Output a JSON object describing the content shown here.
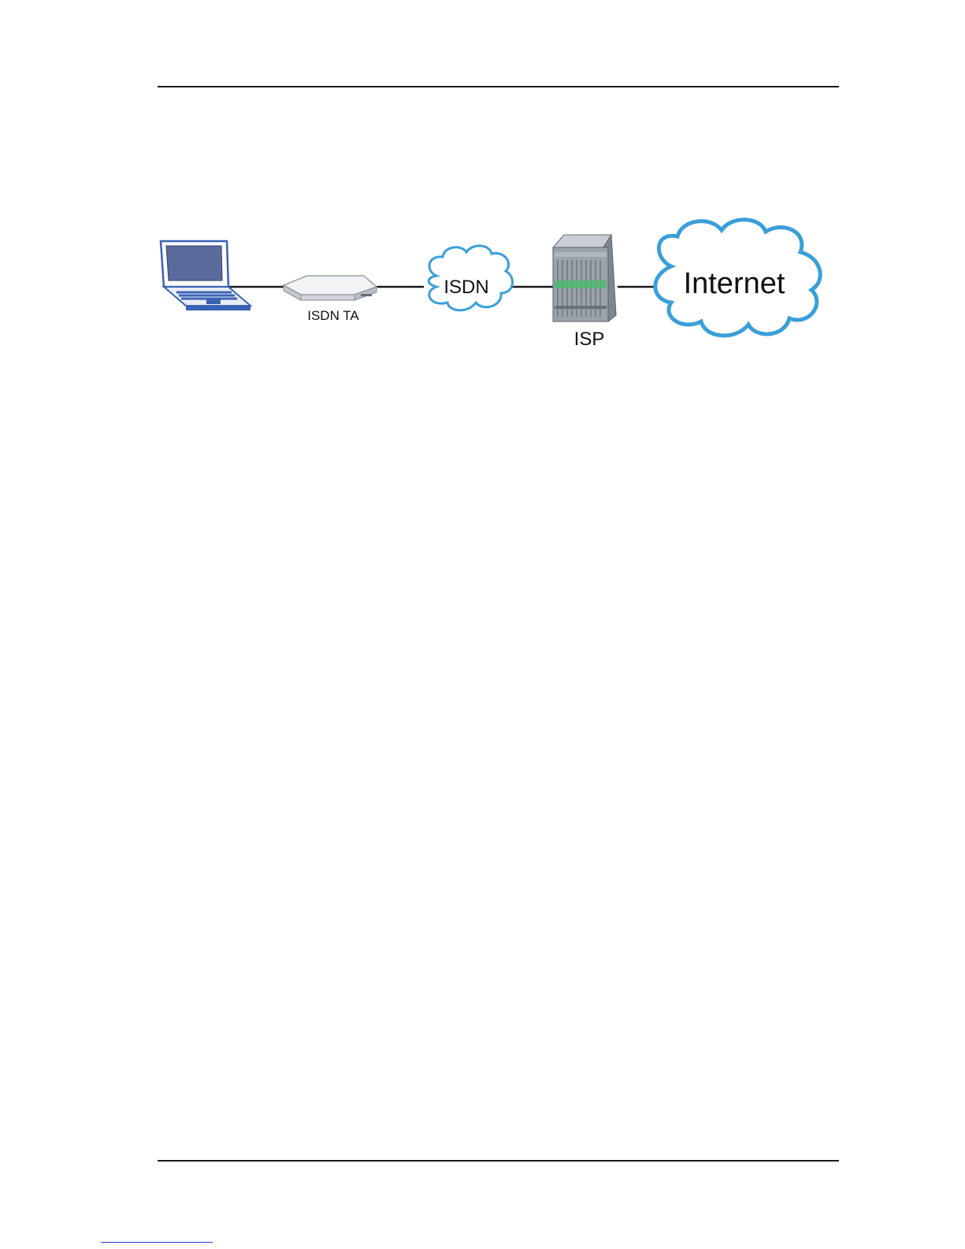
{
  "diagram": {
    "nodes": [
      {
        "id": "computer",
        "label": ""
      },
      {
        "id": "ta",
        "label": "ISDN TA"
      },
      {
        "id": "isdn",
        "label": "ISDN"
      },
      {
        "id": "isp",
        "label": "ISP"
      },
      {
        "id": "internet",
        "label": "Internet"
      }
    ],
    "edges": [
      {
        "from": "computer",
        "to": "ta"
      },
      {
        "from": "ta",
        "to": "isdn"
      },
      {
        "from": "isdn",
        "to": "isp"
      },
      {
        "from": "isp",
        "to": "internet"
      }
    ],
    "colors": {
      "cloud_stroke": "#3a9fd8",
      "cloud_fill": "#ffffff",
      "device_outline": "#3b63b5",
      "screen": "#5a6a9a",
      "rack_body": "#9aa2aa",
      "rack_accent": "#4fb870",
      "line": "#1a1a1a"
    }
  }
}
